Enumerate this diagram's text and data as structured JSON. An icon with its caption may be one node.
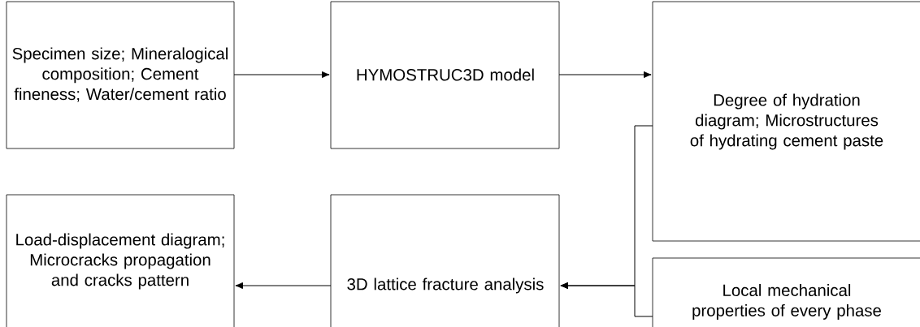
{
  "diagram": {
    "nodes": [
      {
        "text": [
          "Specimen size; Mineralogical composition; Cement fineness; Water/cement ratio"
        ]
      },
      {
        "text": [
          "HYMOSTRUC3D model"
        ]
      },
      {
        "text": [
          "Degree of hydration diagram; Microstructures of hydrating cement paste"
        ]
      },
      {
        "text": [
          "Load-displacement diagram; Microcracks propagation and cracks pattern"
        ]
      },
      {
        "text": [
          "3D lattice fracture analysis"
        ]
      },
      {
        "text": [
          "Local mechanical properties of every phase"
        ]
      }
    ],
    "edges": [
      {
        "from": 0,
        "to": 1,
        "arrow": "to"
      },
      {
        "from": 1,
        "to": 2,
        "arrow": "to"
      },
      {
        "from": 2,
        "to": 4,
        "arrow": "to"
      },
      {
        "from": 5,
        "to": 4,
        "arrow": "to"
      },
      {
        "from": 4,
        "to": 3,
        "arrow": "to"
      }
    ]
  }
}
